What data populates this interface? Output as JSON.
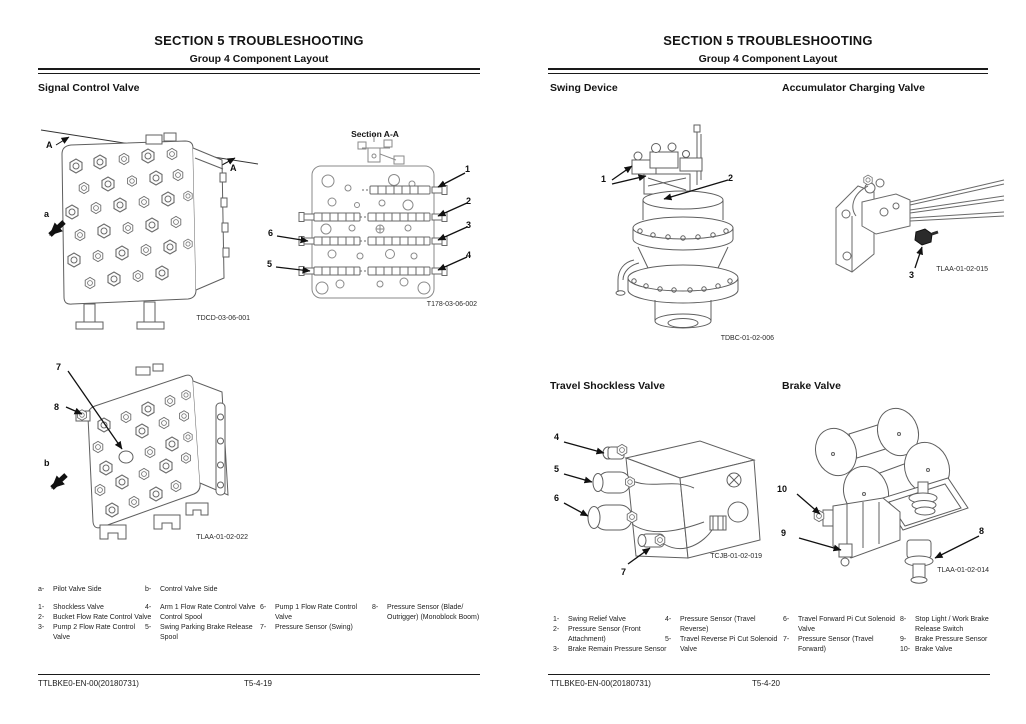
{
  "page_left": {
    "section_title": "SECTION 5 TROUBLESHOOTING",
    "group_title": "Group 4 Component Layout",
    "heading": "Signal Control Valve",
    "figures": {
      "iso_top": {
        "caption": "TDCD-03-06-001",
        "label_section_a1": "A",
        "label_section_a2": "A",
        "label_view": "a"
      },
      "section_aa": {
        "title": "Section A-A",
        "caption": "T178-03-06-002",
        "callout_1": "1",
        "callout_2": "2",
        "callout_3": "3",
        "callout_4": "4",
        "callout_5": "5",
        "callout_6": "6"
      },
      "iso_bottom": {
        "caption": "TLAA-01-02-022",
        "callout_7": "7",
        "callout_8": "8",
        "label_view": "b"
      }
    },
    "legend_views": [
      {
        "key": "a-",
        "text": "Pilot Valve Side"
      },
      {
        "key": "b-",
        "text": "Control Valve Side"
      }
    ],
    "legend": [
      {
        "key": "1-",
        "text": "Shockless Valve"
      },
      {
        "key": "2-",
        "text": "Bucket Flow Rate Control Valve"
      },
      {
        "key": "3-",
        "text": "Pump 2 Flow Rate Control\nValve"
      },
      {
        "key": "4-",
        "text": "Arm 1 Flow Rate Control Valve\nControl Spool"
      },
      {
        "key": "5-",
        "text": "Swing Parking Brake Release\nSpool"
      },
      {
        "key": "6-",
        "text": "Pump 1 Flow Rate Control\nValve"
      },
      {
        "key": "7-",
        "text": "Pressure Sensor (Swing)"
      },
      {
        "key": "8-",
        "text": "Pressure Sensor (Blade/\nOutrigger) (Monoblock Boom)"
      }
    ],
    "footer_code": "TTLBKE0-EN-00(20180731)",
    "page_number": "T5-4-19"
  },
  "page_right": {
    "section_title": "SECTION 5 TROUBLESHOOTING",
    "group_title": "Group 4 Component Layout",
    "headings": {
      "swing": "Swing Device",
      "accumulator": "Accumulator Charging Valve",
      "travel": "Travel Shockless Valve",
      "brake": "Brake Valve"
    },
    "figures": {
      "swing": {
        "caption": "TDBC-01-02-006",
        "callout_1": "1",
        "callout_2": "2"
      },
      "accumulator": {
        "caption": "TLAA-01-02-015",
        "callout_3": "3"
      },
      "travel": {
        "caption": "TCJB-01-02-019",
        "callout_4": "4",
        "callout_5": "5",
        "callout_6": "6",
        "callout_7": "7"
      },
      "brake": {
        "caption": "TLAA-01-02-014",
        "callout_8": "8",
        "callout_9": "9",
        "callout_10": "10"
      }
    },
    "legend": [
      {
        "key": "1-",
        "text": "Swing Relief Valve"
      },
      {
        "key": "2-",
        "text": "Pressure Sensor (Front\nAttachment)"
      },
      {
        "key": "3-",
        "text": "Brake Remain Pressure Sensor"
      },
      {
        "key": "4-",
        "text": "Pressure Sensor (Travel\nReverse)"
      },
      {
        "key": "5-",
        "text": "Travel Reverse Pi Cut Solenoid\nValve"
      },
      {
        "key": "6-",
        "text": "Travel Forward Pi Cut Solenoid\nValve"
      },
      {
        "key": "7-",
        "text": "Pressure Sensor (Travel\nForward)"
      },
      {
        "key": "8-",
        "text": "Stop Light / Work Brake\nRelease Switch"
      },
      {
        "key": "9-",
        "text": "Brake Pressure Sensor"
      },
      {
        "key": "10-",
        "text": "Brake Valve"
      }
    ],
    "footer_code": "TTLBKE0-EN-00(20180731)",
    "page_number": "T5-4-20"
  }
}
